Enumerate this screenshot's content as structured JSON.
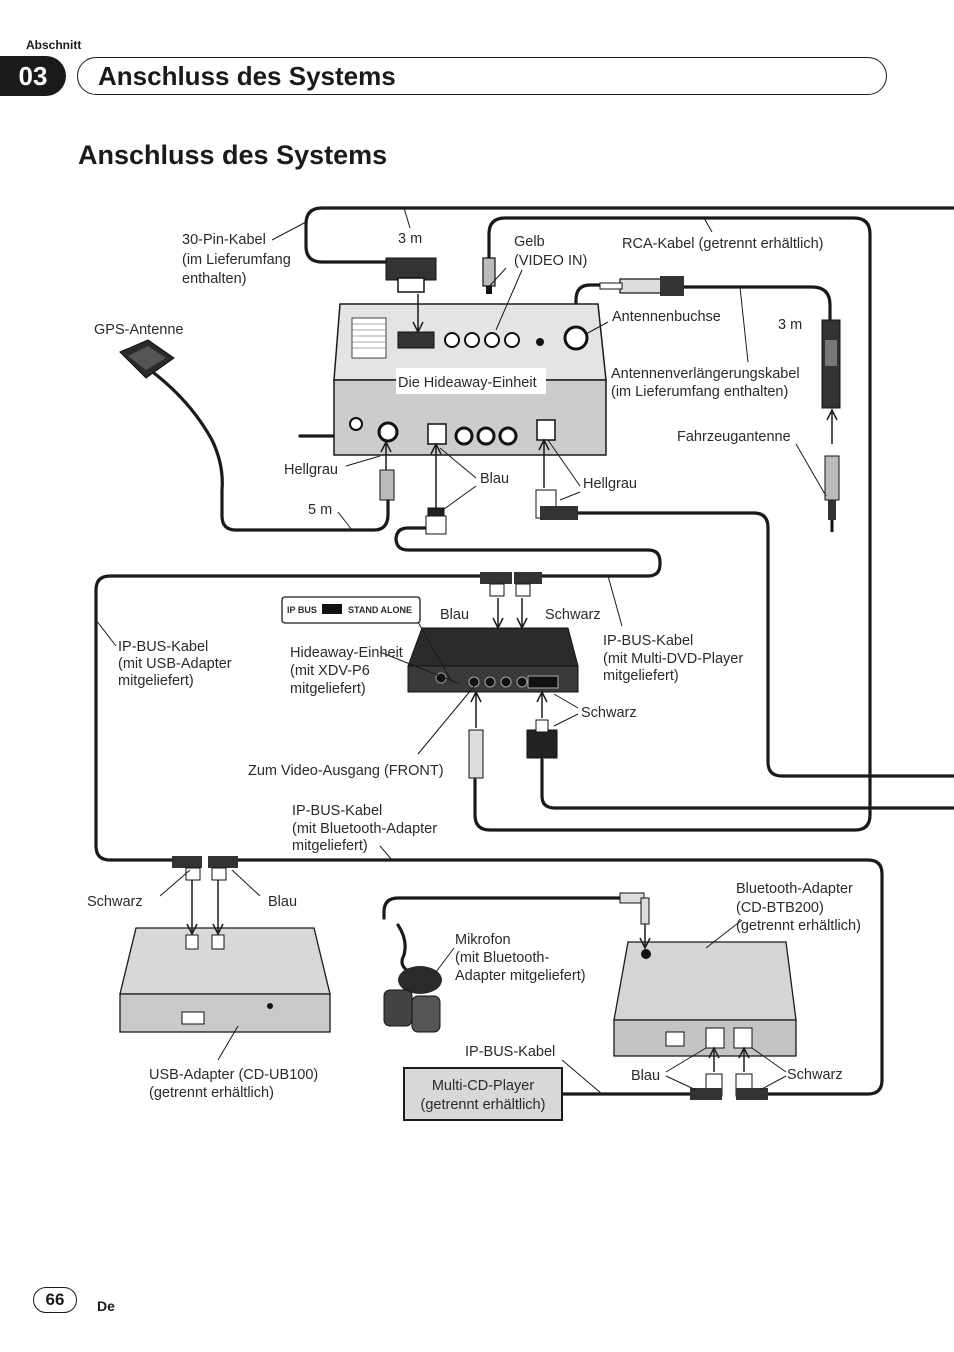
{
  "header": {
    "section_label": "Abschnitt",
    "section_number": "03",
    "section_title": "Anschluss des Systems"
  },
  "page": {
    "title": "Anschluss des Systems",
    "number": "66",
    "language": "De"
  },
  "diagram": {
    "labels": {
      "pin30_cable_1": "30-Pin-Kabel",
      "pin30_cable_2": "(im Lieferumfang",
      "pin30_cable_3": "enthalten)",
      "len_3m_top": "3 m",
      "gelb_1": "Gelb",
      "gelb_2": "(VIDEO IN)",
      "rca_cable": "RCA-Kabel (getrennt erhältlich)",
      "gps_antenna": "GPS-Antenne",
      "antennenbuchse": "Antennenbuchse",
      "len_3m_right": "3 m",
      "hideaway_unit": "Die Hideaway-Einheit",
      "ant_ext_1": "Antennenverlängerungskabel",
      "ant_ext_2": "(im Lieferumfang enthalten)",
      "vehicle_antenna": "Fahrzeugantenne",
      "hellgrau_left": "Hellgrau",
      "blau_top": "Blau",
      "hellgrau_right": "Hellgrau",
      "len_5m": "5 m",
      "ipbus_switch_label": "IP BUS",
      "stand_alone_label": "STAND ALONE",
      "blau_mid": "Blau",
      "schwarz_mid": "Schwarz",
      "ipbus_usb_1": "IP-BUS-Kabel",
      "ipbus_usb_2": "(mit USB-Adapter",
      "ipbus_usb_3": "mitgeliefert)",
      "hideaway_p6_1": "Hideaway-Einheit",
      "hideaway_p6_2": "(mit XDV-P6",
      "hideaway_p6_3": "mitgeliefert)",
      "ipbus_dvd_1": "IP-BUS-Kabel",
      "ipbus_dvd_2": "(mit Multi-DVD-Player",
      "ipbus_dvd_3": "mitgeliefert)",
      "schwarz_mid2": "Schwarz",
      "video_out_front": "Zum Video-Ausgang (FRONT)",
      "ipbus_bt_1": "IP-BUS-Kabel",
      "ipbus_bt_2": "(mit Bluetooth-Adapter",
      "ipbus_bt_3": "mitgeliefert)",
      "schwarz_usb": "Schwarz",
      "blau_usb": "Blau",
      "bt_adapter_1": "Bluetooth-Adapter",
      "bt_adapter_2": "(CD-BTB200)",
      "bt_adapter_3": "(getrennt erhältlich)",
      "mikrofon_1": "Mikrofon",
      "mikrofon_2": "(mit Bluetooth-",
      "mikrofon_3": "Adapter mitgeliefert)",
      "usb_adapter_1": "USB-Adapter (CD-UB100)",
      "usb_adapter_2": "(getrennt erhältlich)",
      "ipbus_cable_bottom": "IP-BUS-Kabel",
      "multi_cd_1": "Multi-CD-Player",
      "multi_cd_2": "(getrennt erhältlich)",
      "blau_bt": "Blau",
      "schwarz_bt": "Schwarz"
    }
  }
}
